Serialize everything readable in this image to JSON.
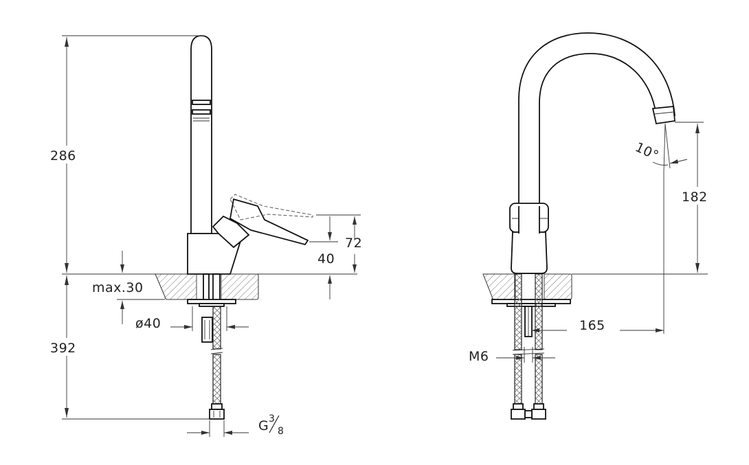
{
  "side_view": {
    "dim_height_spout": "286",
    "dim_below_deck": "392",
    "dim_max_thickness": "max.30",
    "dim_hole_diameter": "ø40",
    "dim_lever_height_72": "72",
    "dim_lever_height_40": "40",
    "connection_thread_prefix": "G",
    "connection_thread_num": "3",
    "connection_thread_den": "8"
  },
  "front_view": {
    "dim_spout_angle": "10°",
    "dim_outlet_height": "182",
    "dim_reach": "165",
    "fixing_rod": "M6"
  }
}
